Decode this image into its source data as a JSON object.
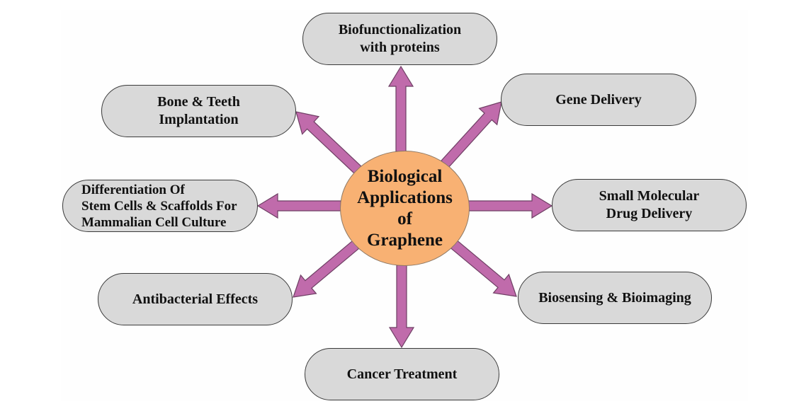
{
  "diagram": {
    "center": {
      "lines": [
        "Biological",
        "Applications",
        "of",
        "Graphene"
      ]
    },
    "nodes": {
      "top": {
        "lines": [
          "Biofunctionalization",
          "with proteins"
        ]
      },
      "top_right": {
        "lines": [
          "Gene Delivery"
        ]
      },
      "right": {
        "lines": [
          "Small Molecular",
          "Drug Delivery"
        ]
      },
      "bottom_right": {
        "lines": [
          "Biosensing & Bioimaging"
        ]
      },
      "bottom": {
        "lines": [
          "Cancer Treatment"
        ]
      },
      "bottom_left": {
        "lines": [
          "Antibacterial Effects"
        ]
      },
      "left": {
        "lines": [
          "Differentiation Of",
          "Stem Cells & Scaffolds For",
          "Mammalian Cell Culture"
        ]
      },
      "top_left": {
        "lines": [
          "Bone & Teeth",
          "Implantation"
        ]
      }
    },
    "colors": {
      "center_fill": "#f8b173",
      "node_fill": "#d9d9d9",
      "arrow_fill": "#c06bab",
      "arrow_stroke": "#6e3f64"
    }
  }
}
